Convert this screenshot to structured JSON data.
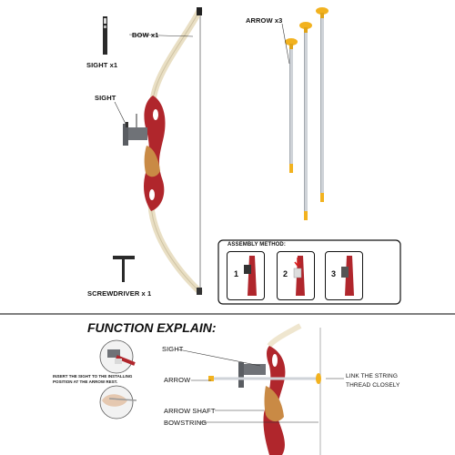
{
  "top_labels": {
    "bow": "BOW x1",
    "arrow": "ARROW x3",
    "sight_count": "SIGHT x1",
    "sight": "SIGHT",
    "screwdriver": "SCREWDRIVER x 1"
  },
  "assembly": {
    "title": "ASSEMBLY METHOD:",
    "steps": [
      "1",
      "2",
      "3"
    ]
  },
  "function": {
    "title": "FUNCTION EXPLAIN:",
    "sight": "SIGHT",
    "arrow": "ARROW",
    "arrow_shaft": "ARROW SHAFT",
    "bowstring": "BOWSTRING",
    "link_line1": "LINK THE STRING",
    "link_line2": "THREAD CLOSELY",
    "insert_line1": "INSERT THE SIGHT TO THE INSTALLING",
    "insert_line2": "POSITION AT THE ARROW REST."
  },
  "colors": {
    "riser_red": "#b0262c",
    "grip_wood": "#c98a45",
    "limb_cream": "#efe6cf",
    "arrow_tip": "#f2b21f",
    "sight_gray": "#6f7277"
  }
}
